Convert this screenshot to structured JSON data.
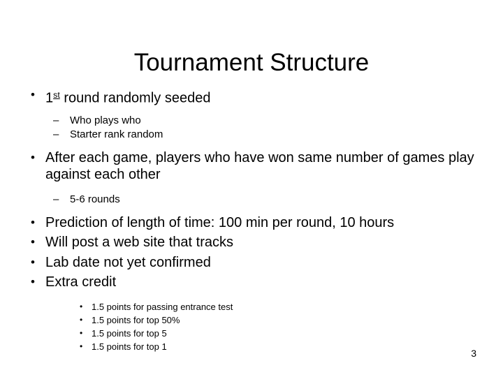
{
  "slide": {
    "title": "Tournament Structure",
    "page_number": "3",
    "background_color": "#ffffff",
    "text_color": "#000000",
    "bullets": [
      {
        "level": 1,
        "marker": "•",
        "text_before_sup": "1",
        "sup": "st",
        "text_after_sup": " round randomly seeded"
      },
      {
        "level": 2,
        "marker": "–",
        "text": "Who plays who"
      },
      {
        "level": 2,
        "marker": "–",
        "text": "Starter rank random"
      },
      {
        "level": 1,
        "marker": "•",
        "text": "After each game, players who have won same number of games play against each other"
      },
      {
        "level": 2,
        "marker": "–",
        "text": "5-6 rounds"
      },
      {
        "level": 1,
        "marker": "•",
        "text": "Prediction of length of time: 100 min per round, 10 hours"
      },
      {
        "level": 1,
        "marker": "•",
        "text": "Will post a web site that tracks"
      },
      {
        "level": 1,
        "marker": "•",
        "text": "Lab date not yet confirmed"
      },
      {
        "level": 1,
        "marker": "•",
        "text": "Extra credit"
      },
      {
        "level": 3,
        "marker": "•",
        "text": "1.5 points for passing entrance test"
      },
      {
        "level": 3,
        "marker": "•",
        "text": "1.5 points for top 50%"
      },
      {
        "level": 3,
        "marker": "•",
        "text": "1.5 points for top 5"
      },
      {
        "level": 3,
        "marker": "•",
        "text": "1.5 points for top 1"
      }
    ]
  }
}
